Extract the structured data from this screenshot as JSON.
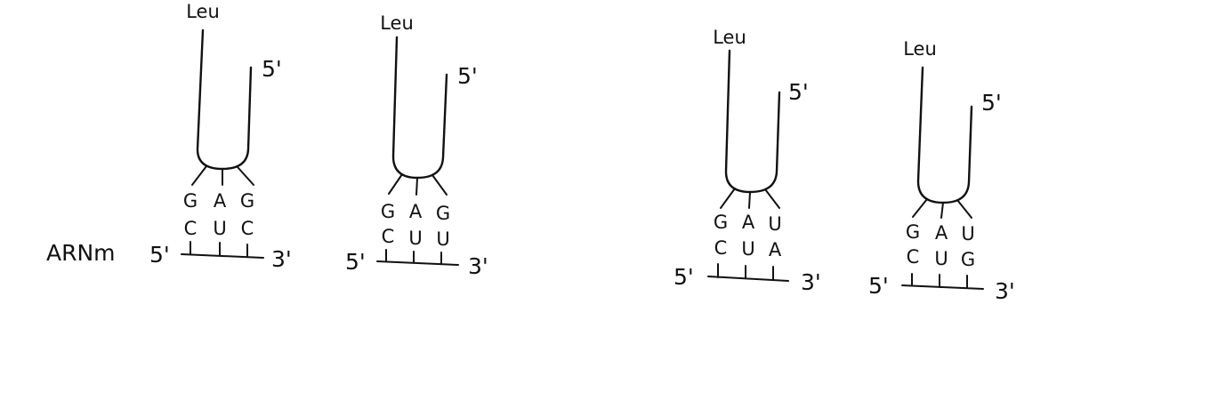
{
  "mrna_label": "ARNm",
  "pairings": [
    {
      "amino_acid": "Leu",
      "trna_end": "5'",
      "anticodon": [
        "G",
        "A",
        "G"
      ],
      "codon": [
        "C",
        "U",
        "C"
      ],
      "mrna_5": "5'",
      "mrna_3": "3'"
    },
    {
      "amino_acid": "Leu",
      "trna_end": "5'",
      "anticodon": [
        "G",
        "A",
        "G"
      ],
      "codon": [
        "C",
        "U",
        "U"
      ],
      "mrna_5": "5'",
      "mrna_3": "3'"
    },
    {
      "amino_acid": "Leu",
      "trna_end": "5'",
      "anticodon": [
        "G",
        "A",
        "U"
      ],
      "codon": [
        "C",
        "U",
        "A"
      ],
      "mrna_5": "5'",
      "mrna_3": "3'"
    },
    {
      "amino_acid": "Leu",
      "trna_end": "5'",
      "anticodon": [
        "G",
        "A",
        "U"
      ],
      "codon": [
        "C",
        "U",
        "G"
      ],
      "mrna_5": "5'",
      "mrna_3": "3'"
    }
  ]
}
